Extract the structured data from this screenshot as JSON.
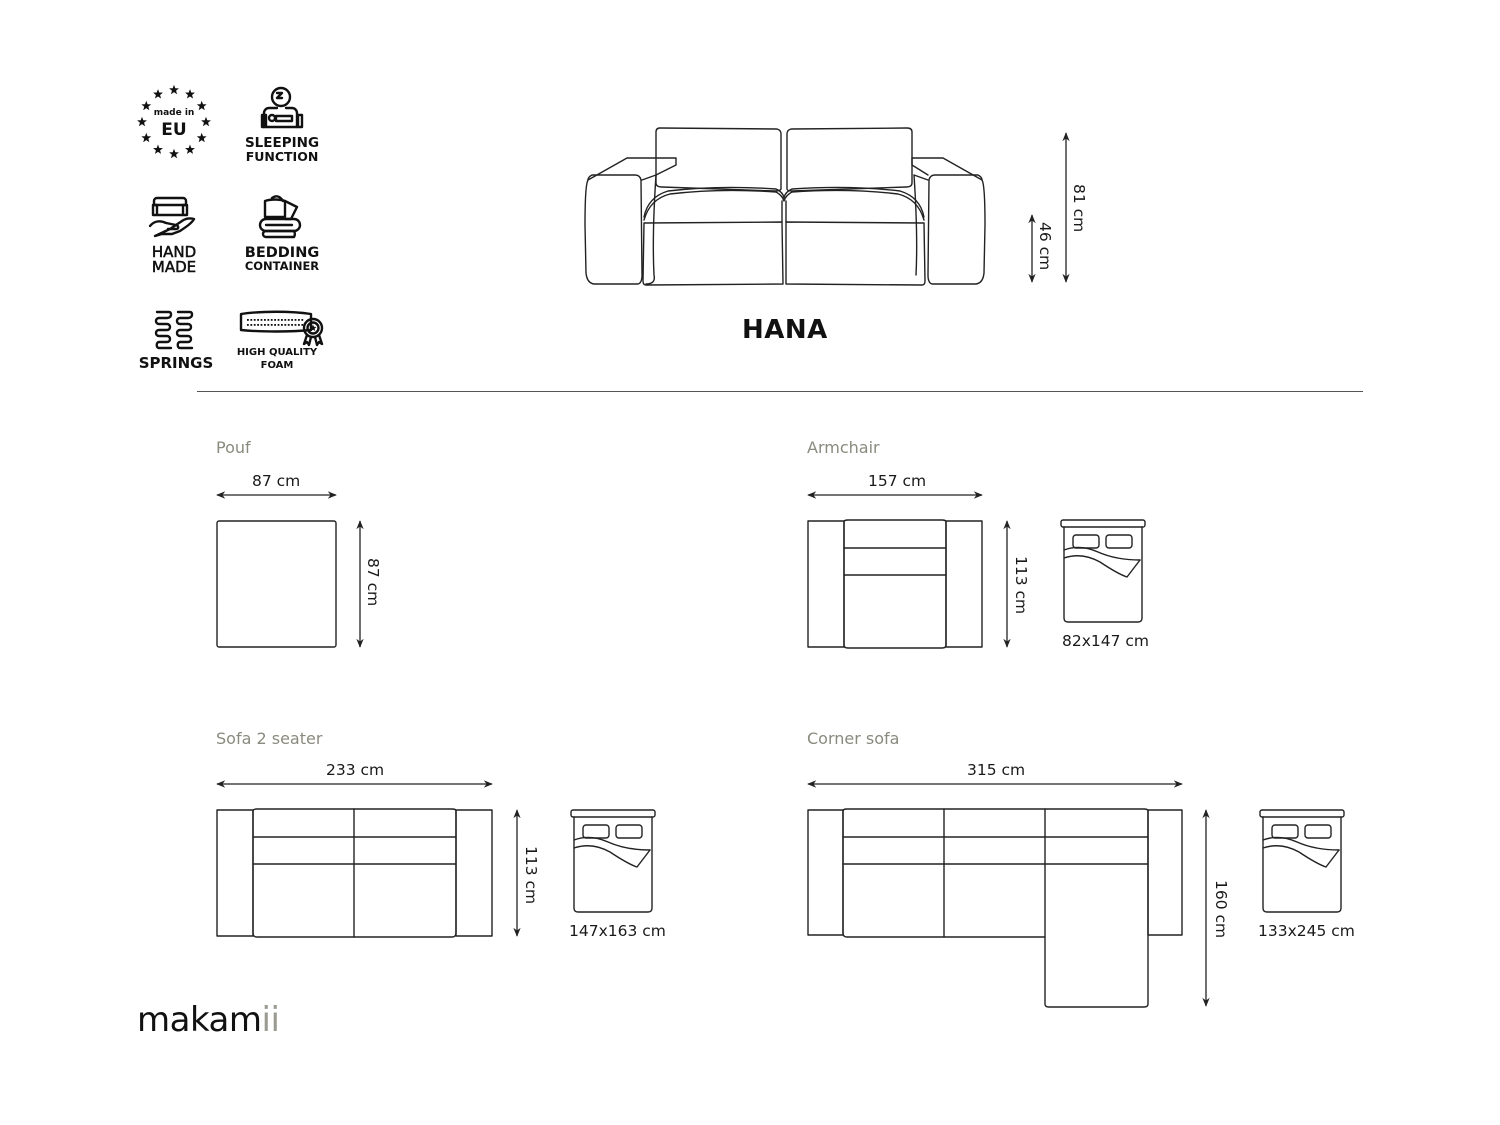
{
  "brand": {
    "logo_main": "makam",
    "logo_accent": "ii"
  },
  "product": {
    "name": "HANA",
    "height_total": "81 cm",
    "seat_height": "46 cm"
  },
  "features": [
    {
      "icon": "made-in-eu-icon",
      "line1": "made in",
      "line2": "EU"
    },
    {
      "icon": "sleeping-function-icon",
      "line1": "SLEEPING",
      "line2": "FUNCTION"
    },
    {
      "icon": "hand-made-icon",
      "line1": "HAND",
      "line2": "MADE"
    },
    {
      "icon": "bedding-container-icon",
      "line1": "BEDDING",
      "line2": "CONTAINER"
    },
    {
      "icon": "springs-icon",
      "line1": "SPRINGS",
      "line2": ""
    },
    {
      "icon": "high-quality-foam-icon",
      "line1": "HIGH QUALITY",
      "line2": "FOAM"
    }
  ],
  "variants": [
    {
      "label": "Pouf",
      "width": "87 cm",
      "depth": "87 cm",
      "bed": ""
    },
    {
      "label": "Armchair",
      "width": "157 cm",
      "depth": "113 cm",
      "bed": "82x147 cm"
    },
    {
      "label": "Sofa 2 seater",
      "width": "233 cm",
      "depth": "113 cm",
      "bed": "147x163 cm"
    },
    {
      "label": "Corner sofa",
      "width": "315 cm",
      "depth": "160 cm",
      "bed": "133x245 cm"
    }
  ],
  "colors": {
    "line": "#222222",
    "section_label": "#8a8a7e",
    "divider": "#555555",
    "logo_accent": "#9a9a90"
  }
}
